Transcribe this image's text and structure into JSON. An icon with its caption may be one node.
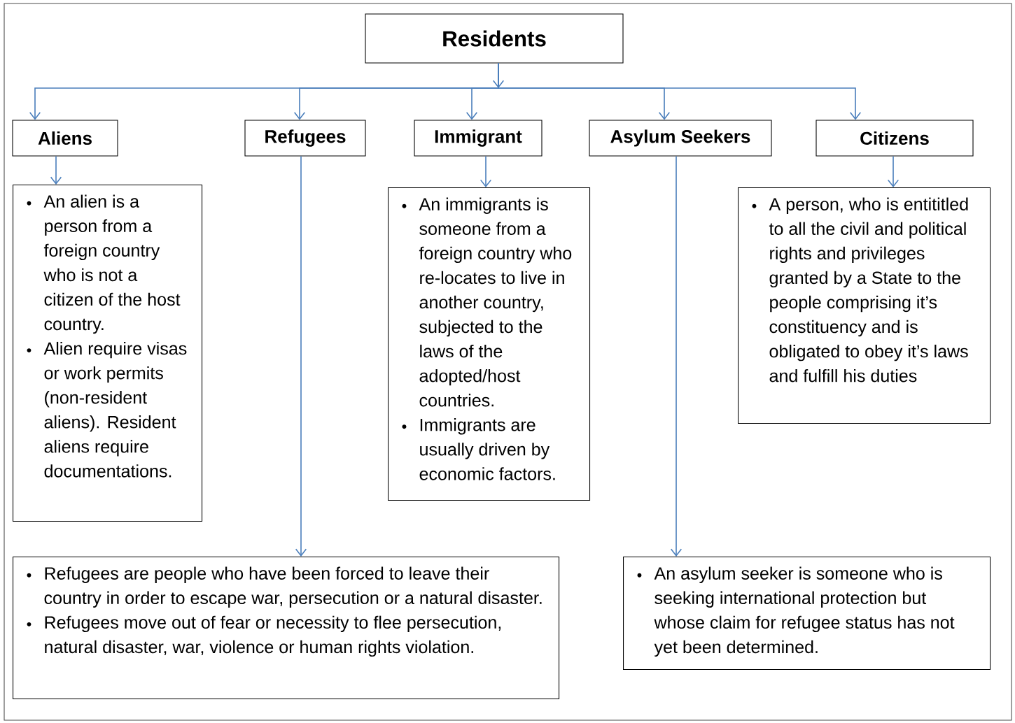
{
  "diagram": {
    "nodes": [
      {
        "text": [
          "Residents"
        ]
      },
      {
        "text": [
          "Aliens"
        ]
      },
      {
        "text": [
          "Refugees"
        ]
      },
      {
        "text": [
          "Immigrant"
        ]
      },
      {
        "text": [
          "Asylum Seekers"
        ]
      },
      {
        "text": [
          "Citizens"
        ]
      },
      {
        "text": [
          "An alien is a person from a foreign country who is not a citizen of the host country.",
          "Alien require visas or work permits (non-resident aliens). Resident aliens require documentations."
        ]
      },
      {
        "text": [
          "An immigrants is someone from a foreign country who re-locates to live in another country, subjected to the laws of the adopted/host countries.",
          "Immigrants are usually driven by economic factors."
        ]
      },
      {
        "text": [
          "A person, who is entititled to all the civil and political rights and privileges granted by a State to the people comprising it’s constituency and is obligated to obey it’s laws and fulfill his duties"
        ]
      },
      {
        "text": [
          "Refugees are people who have been forced to leave their country in order to escape war, persecution or a natural disaster.",
          "Refugees move out of fear or necessity to flee persecution, natural disaster, war, violence or human rights violation."
        ]
      },
      {
        "text": [
          "An asylum seeker is someone who is seeking international protection but whose claim for refugee status has not yet been determined."
        ]
      }
    ],
    "edges": [
      {
        "from": 0,
        "to": 1,
        "arrow": "to"
      },
      {
        "from": 0,
        "to": 2,
        "arrow": "to"
      },
      {
        "from": 0,
        "to": 3,
        "arrow": "to"
      },
      {
        "from": 0,
        "to": 4,
        "arrow": "to"
      },
      {
        "from": 0,
        "to": 5,
        "arrow": "to"
      },
      {
        "from": 1,
        "to": 6,
        "arrow": "to"
      },
      {
        "from": 2,
        "to": 9,
        "arrow": "to"
      },
      {
        "from": 3,
        "to": 7,
        "arrow": "to"
      },
      {
        "from": 4,
        "to": 10,
        "arrow": "to"
      },
      {
        "from": 5,
        "to": 8,
        "arrow": "to"
      }
    ]
  }
}
